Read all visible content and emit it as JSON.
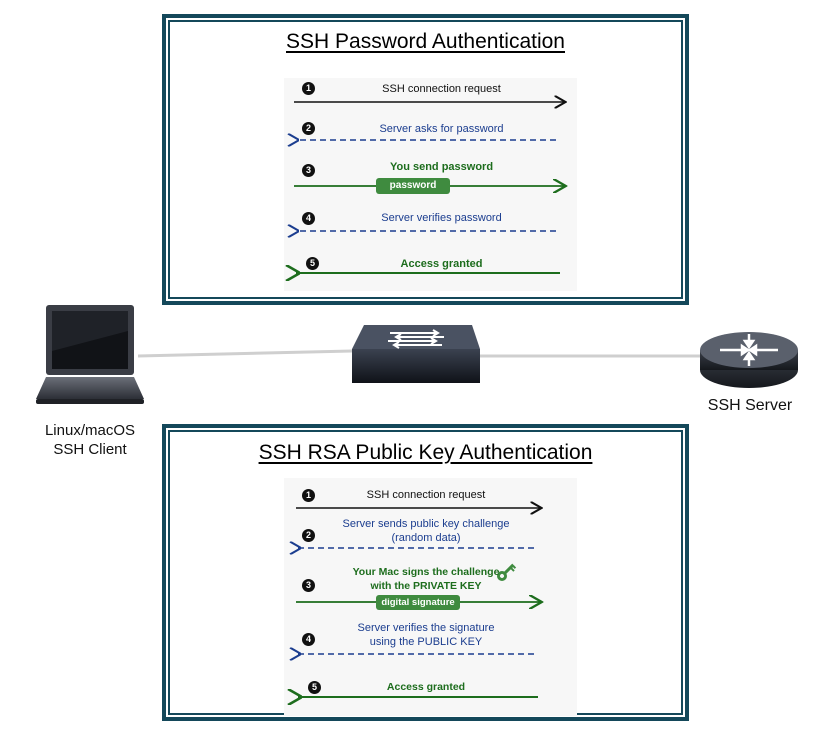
{
  "password_panel": {
    "title": "SSH Password Authentication",
    "steps": [
      {
        "num": "1",
        "text": "SSH connection request"
      },
      {
        "num": "2",
        "text": "Server asks for password"
      },
      {
        "num": "3",
        "text": "You send password",
        "badge": "password"
      },
      {
        "num": "4",
        "text": "Server verifies password"
      },
      {
        "num": "5",
        "text": "Access granted"
      }
    ]
  },
  "rsa_panel": {
    "title": "SSH RSA Public Key Authentication",
    "steps": [
      {
        "num": "1",
        "text": "SSH connection request"
      },
      {
        "num": "2",
        "text": "Server sends public key challenge",
        "text2": "(random data)"
      },
      {
        "num": "3",
        "text": "Your Mac signs the challenge",
        "text2": "with the PRIVATE KEY",
        "badge": "digital signature"
      },
      {
        "num": "4",
        "text": "Server verifies the signature",
        "text2": "using the PUBLIC KEY"
      },
      {
        "num": "5",
        "text": "Access granted"
      }
    ]
  },
  "devices": {
    "client_line1": "Linux/macOS",
    "client_line2": "SSH Client",
    "server": "SSH Server"
  },
  "colors": {
    "panel_border": "#14485a",
    "request": "#111111",
    "server_msg": "#1b3d8f",
    "client_msg": "#1d6d1d"
  },
  "icons": [
    "laptop-icon",
    "switch-icon",
    "router-icon",
    "key-icon"
  ]
}
